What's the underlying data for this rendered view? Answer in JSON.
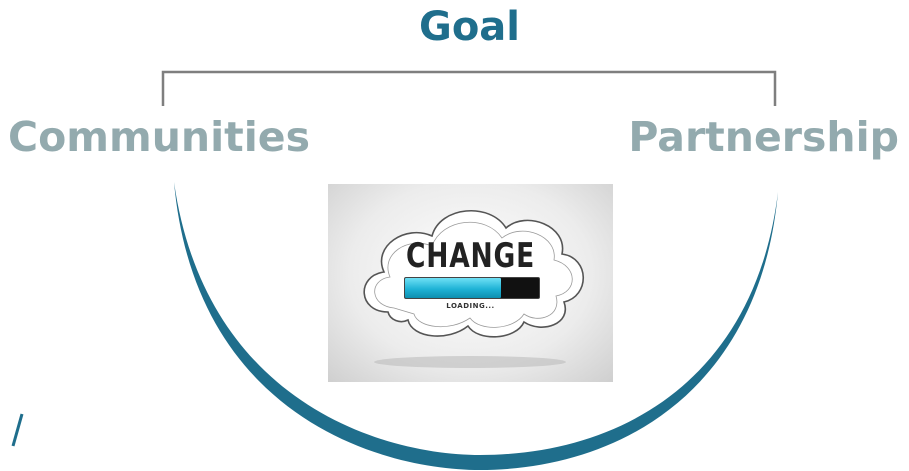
{
  "title": "Goal",
  "left_label": "Communities",
  "right_label": "Partnership",
  "image": {
    "word": "CHANGE",
    "loading_text": "LOADING...",
    "progress": 0.72
  },
  "colors": {
    "accent": "#1f6e8c",
    "label": "#93aaae",
    "bracket": "#7f7f7f",
    "bar_fill": "#1fb3d6"
  }
}
